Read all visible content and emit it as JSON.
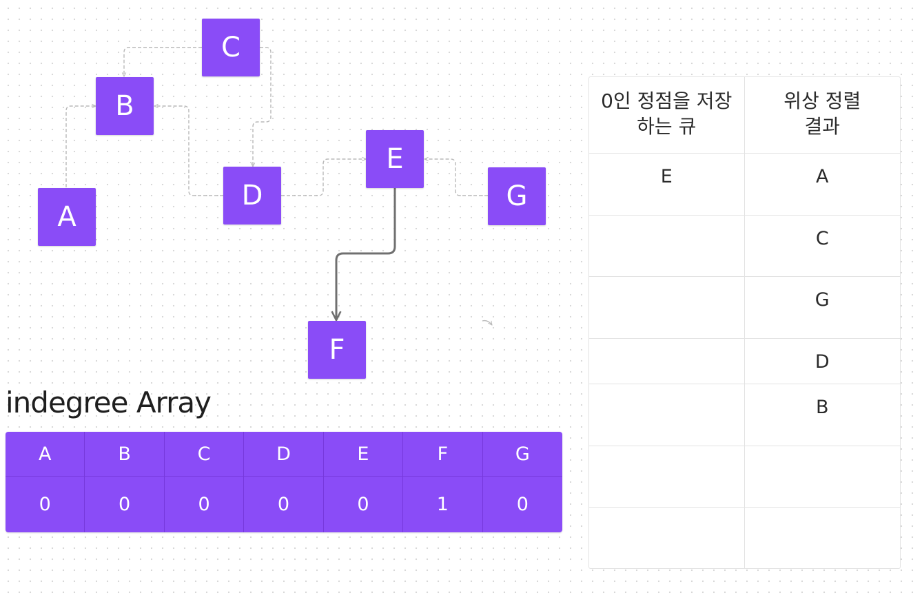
{
  "graph": {
    "nodes": [
      {
        "id": "A",
        "label": "A"
      },
      {
        "id": "B",
        "label": "B"
      },
      {
        "id": "C",
        "label": "C"
      },
      {
        "id": "D",
        "label": "D"
      },
      {
        "id": "E",
        "label": "E"
      },
      {
        "id": "F",
        "label": "F"
      },
      {
        "id": "G",
        "label": "G"
      }
    ],
    "edges": [
      {
        "from": "C",
        "to": "B",
        "style": "dashed"
      },
      {
        "from": "C",
        "to": "D",
        "style": "dashed"
      },
      {
        "from": "A",
        "to": "B",
        "style": "dashed"
      },
      {
        "from": "D",
        "to": "B",
        "style": "dashed"
      },
      {
        "from": "D",
        "to": "E",
        "style": "dashed"
      },
      {
        "from": "G",
        "to": "E",
        "style": "dashed"
      },
      {
        "from": "E",
        "to": "F",
        "style": "solid"
      }
    ],
    "colors": {
      "node_fill": "#8a4cf7",
      "node_text": "#ffffff",
      "edge_dashed": "#b8b8b8",
      "edge_solid": "#707070"
    }
  },
  "indegree": {
    "title": "indegree Array",
    "headers": [
      "A",
      "B",
      "C",
      "D",
      "E",
      "F",
      "G"
    ],
    "values": [
      "0",
      "0",
      "0",
      "0",
      "0",
      "1",
      "0"
    ]
  },
  "queue_table": {
    "headers": [
      [
        "0인 정점을 저장",
        "하는 큐"
      ],
      [
        "위상 정렬",
        "결과"
      ]
    ],
    "rows": [
      [
        "E",
        "A"
      ],
      [
        "",
        "C"
      ],
      [
        "",
        "G"
      ],
      [
        "",
        "D"
      ],
      [
        "",
        "B"
      ],
      [
        "",
        ""
      ],
      [
        "",
        ""
      ]
    ]
  }
}
